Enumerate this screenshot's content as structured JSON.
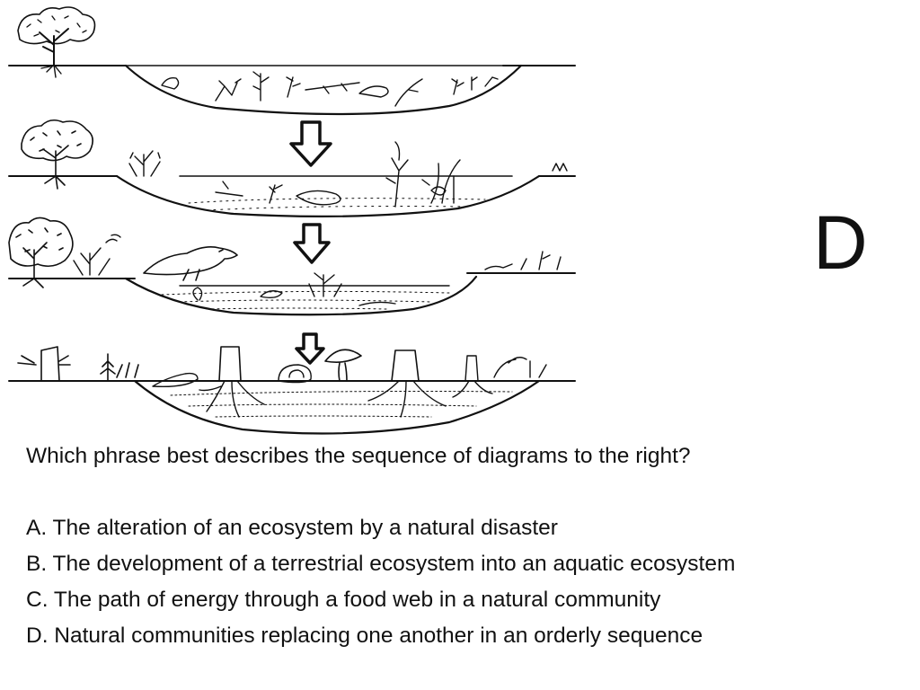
{
  "slide": {
    "answer_letter": "D",
    "question": "Which phrase best describes the sequence of diagrams to the right?",
    "options": [
      {
        "text": "A. The alteration of an ecosystem by a natural disaster"
      },
      {
        "text": "B. The development of a terrestrial ecosystem into an aquatic ecosystem"
      },
      {
        "text": "C. The path of energy through a food web in a natural community"
      },
      {
        "text": "D. Natural communities replacing one another in an orderly sequence"
      }
    ]
  },
  "colors": {
    "ink": "#111111",
    "background": "#ffffff"
  }
}
